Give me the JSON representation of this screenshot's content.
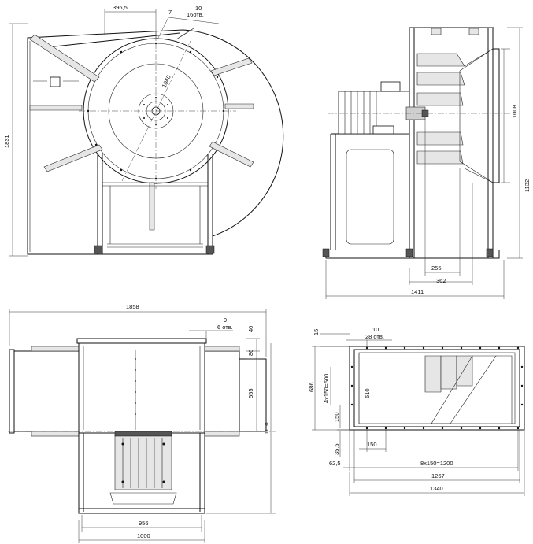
{
  "views": {
    "front": {
      "dims": {
        "top_offset": "396,5",
        "bolt_holes_dia": "10",
        "bolt_holes_count": "16отв.",
        "angle_marker": "7",
        "wheel_dia": "1040",
        "overall_height": "1831"
      }
    },
    "side": {
      "dims": {
        "outlet_height": "1008",
        "overall_height": "1132",
        "shaft_offset_a": "255",
        "shaft_offset_b": "362",
        "overall_width": "1411"
      }
    },
    "top": {
      "dims": {
        "overall_length": "1858",
        "hole_dia": "9",
        "hole_count": "6 отв.",
        "flange_a": "40",
        "flange_b": "80",
        "inlet_height": "555",
        "overall_height": "1110",
        "base_inner": "956",
        "base_outer": "1000"
      }
    },
    "outlet": {
      "dims": {
        "flange_thickness": "15",
        "hole_dia": "10",
        "hole_count": "28 отв.",
        "outer_height": "686",
        "vertical_pitch": "4x150=600",
        "inner_height": "610",
        "edge_offset_v": "150",
        "bottom_offset": "35,5",
        "edge_offset_h": "150",
        "side_offset": "62,5",
        "horizontal_pitch": "8x150=1200",
        "inner_width": "1267",
        "outer_width": "1340"
      }
    }
  }
}
